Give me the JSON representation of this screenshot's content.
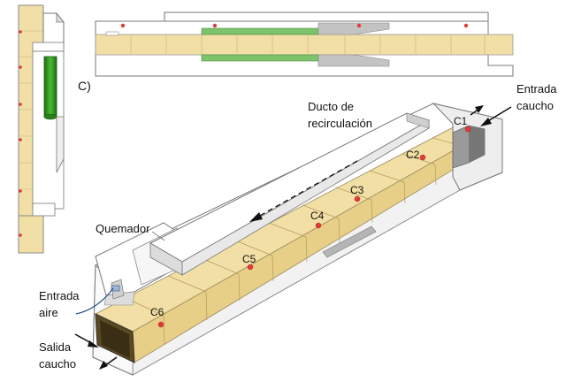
{
  "figure": {
    "section_label": "C)",
    "labels": {
      "rubber_inlet": [
        "Entrada",
        "caucho"
      ],
      "recirculation_duct": [
        "Ducto de",
        "recirculación"
      ],
      "burner": "Quemador",
      "air_inlet": [
        "Entrada",
        "aire"
      ],
      "rubber_outlet": [
        "Salida",
        "caucho"
      ]
    },
    "probes": [
      "C1",
      "C2",
      "C3",
      "C4",
      "C5",
      "C6"
    ],
    "colors": {
      "rubber_zone": "#f1dfa6",
      "duct_wall": "#ffffff",
      "burner_tube": "#2f8f1f",
      "probe": "#e03a3a",
      "grey_block": "#bdbdbd"
    }
  }
}
